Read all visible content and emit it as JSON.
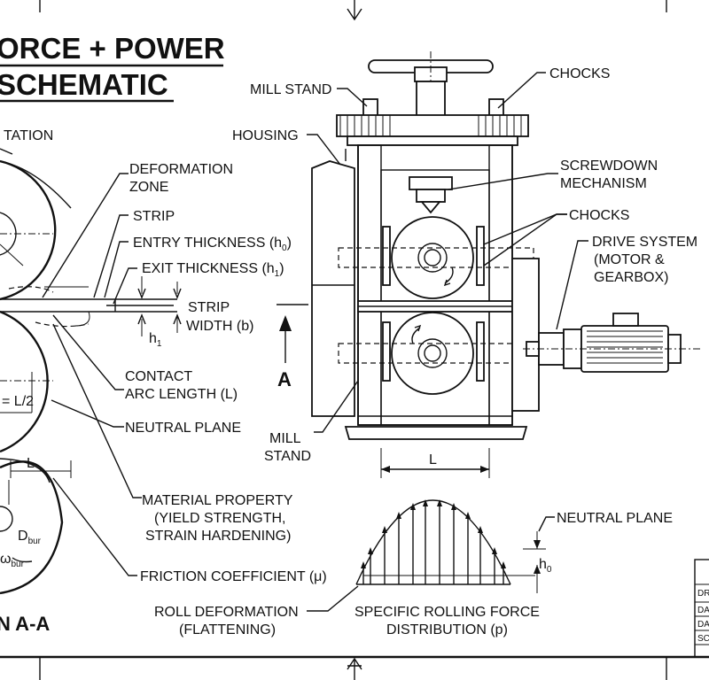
{
  "title": {
    "line1": "ORCE + POWER",
    "line2": "SCHEMATIC"
  },
  "left_labels": {
    "rotation": "TATION",
    "deformation_zone_1": "DEFORMATION",
    "deformation_zone_2": "ZONE",
    "strip": "STRIP",
    "entry_thickness": "ENTRY THICKNESS (h",
    "entry_sub": "0",
    "exit_thickness": "EXIT THICKNESS (h",
    "exit_sub": "1",
    "strip_width_1": "STRIP",
    "strip_width_2": "WIDTH (b)",
    "h1": "h",
    "h1_sub": "1",
    "half_l": "= L/2",
    "contact_arc_1": "CONTACT",
    "contact_arc_2": "ARC LENGTH (L)",
    "neutral_plane": "NEUTRAL PLANE",
    "l_dim": "L",
    "material_1": "MATERIAL PROPERTY",
    "material_2": "(YIELD STRENGTH,",
    "material_3": "STRAIN HARDENING)",
    "d_bur": "D",
    "d_bur_sub": "bur",
    "w_bur": "ω",
    "w_bur_sub": "bur",
    "friction": "FRICTION COEFFICIENT (μ)",
    "section": "N A-A"
  },
  "right_labels": {
    "mill_stand_top": "MILL STAND",
    "chocks_top": "CHOCKS",
    "housing": "HOUSING",
    "screwdown_1": "SCREWDOWN",
    "screwdown_2": "MECHANISM",
    "chocks_mid": "CHOCKS",
    "drive_1": "DRIVE SYSTEM",
    "drive_2": "(MOTOR &",
    "drive_3": "GEARBOX)",
    "section_arrow": "A",
    "mill_stand_bot_1": "MILL",
    "mill_stand_bot_2": "STAND",
    "l_dim": "L"
  },
  "bottom_labels": {
    "neutral_plane": "NEUTRAL PLANE",
    "h0": "h",
    "h0_sub": "0",
    "roll_def_1": "ROLL DEFORMATION",
    "roll_def_2": "(FLATTENING)",
    "force_1": "SPECIFIC ROLLING FORCE",
    "force_2": "DISTRIBUTION (p)"
  },
  "title_block": [
    "DR",
    "DA",
    "DA",
    "SC"
  ]
}
